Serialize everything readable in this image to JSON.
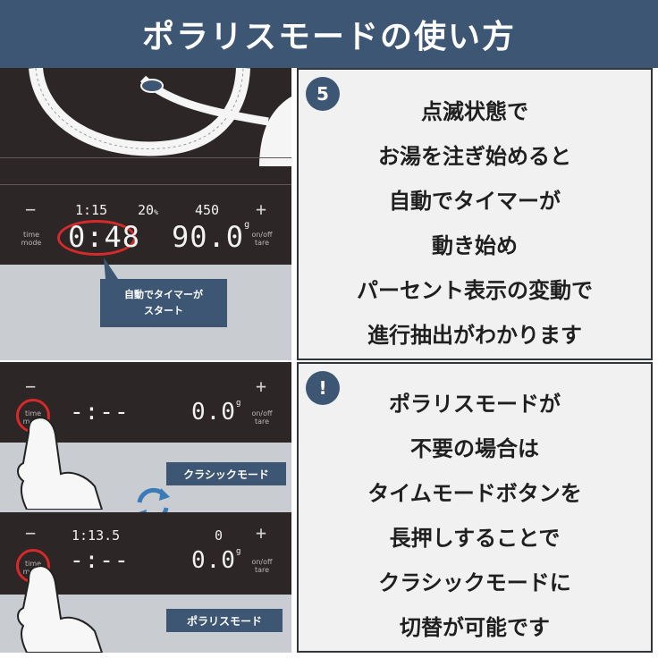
{
  "title": "ポラリスモードの使い方",
  "step5": {
    "badge": "5",
    "lines": [
      "点滅状態で",
      "お湯を注ぎ始めると",
      "自動でタイマーが",
      "動き始め",
      "パーセント表示の変動で",
      "進行抽出がわかります"
    ]
  },
  "note": {
    "badge": "!",
    "lines": [
      "ポラリスモードが",
      "不要の場合は",
      "タイムモードボタンを",
      "長押しすることで",
      "クラシックモードに",
      "切替が可能です"
    ]
  },
  "display_top": {
    "minus": "−",
    "plus": "+",
    "target_time": "1:15",
    "percent": "20",
    "percent_unit": "%",
    "target_weight": "450",
    "timer": "0:48",
    "weight": "90.0",
    "weight_unit": "g",
    "left_label_1": "time",
    "left_label_2": "mode",
    "right_label_1": "on/off",
    "right_label_2": "tare"
  },
  "callout": {
    "line1": "自動でタイマーが",
    "line2": "スタート"
  },
  "display_classic": {
    "minus": "−",
    "plus": "+",
    "timer": "-:--",
    "weight": "0.0",
    "weight_unit": "g",
    "left_label_1": "time",
    "left_label_2": "mode",
    "right_label_1": "on/off",
    "right_label_2": "tare",
    "mode_label": "クラシックモード"
  },
  "display_polaris": {
    "minus": "−",
    "plus": "+",
    "target_time": "1:13.5",
    "target_weight": "0",
    "timer": "-:--",
    "weight": "0.0",
    "weight_unit": "g",
    "left_label_1": "time",
    "left_label_2": "mode",
    "right_label_1": "on/off",
    "right_label_2": "tare",
    "mode_label": "ポラリスモード"
  },
  "colors": {
    "accent": "#3d5673",
    "highlight": "#d42a2a",
    "device": "#2c2626"
  },
  "icons": [
    "kettle-icon",
    "finger-press-icon",
    "cycle-arrows-icon"
  ]
}
